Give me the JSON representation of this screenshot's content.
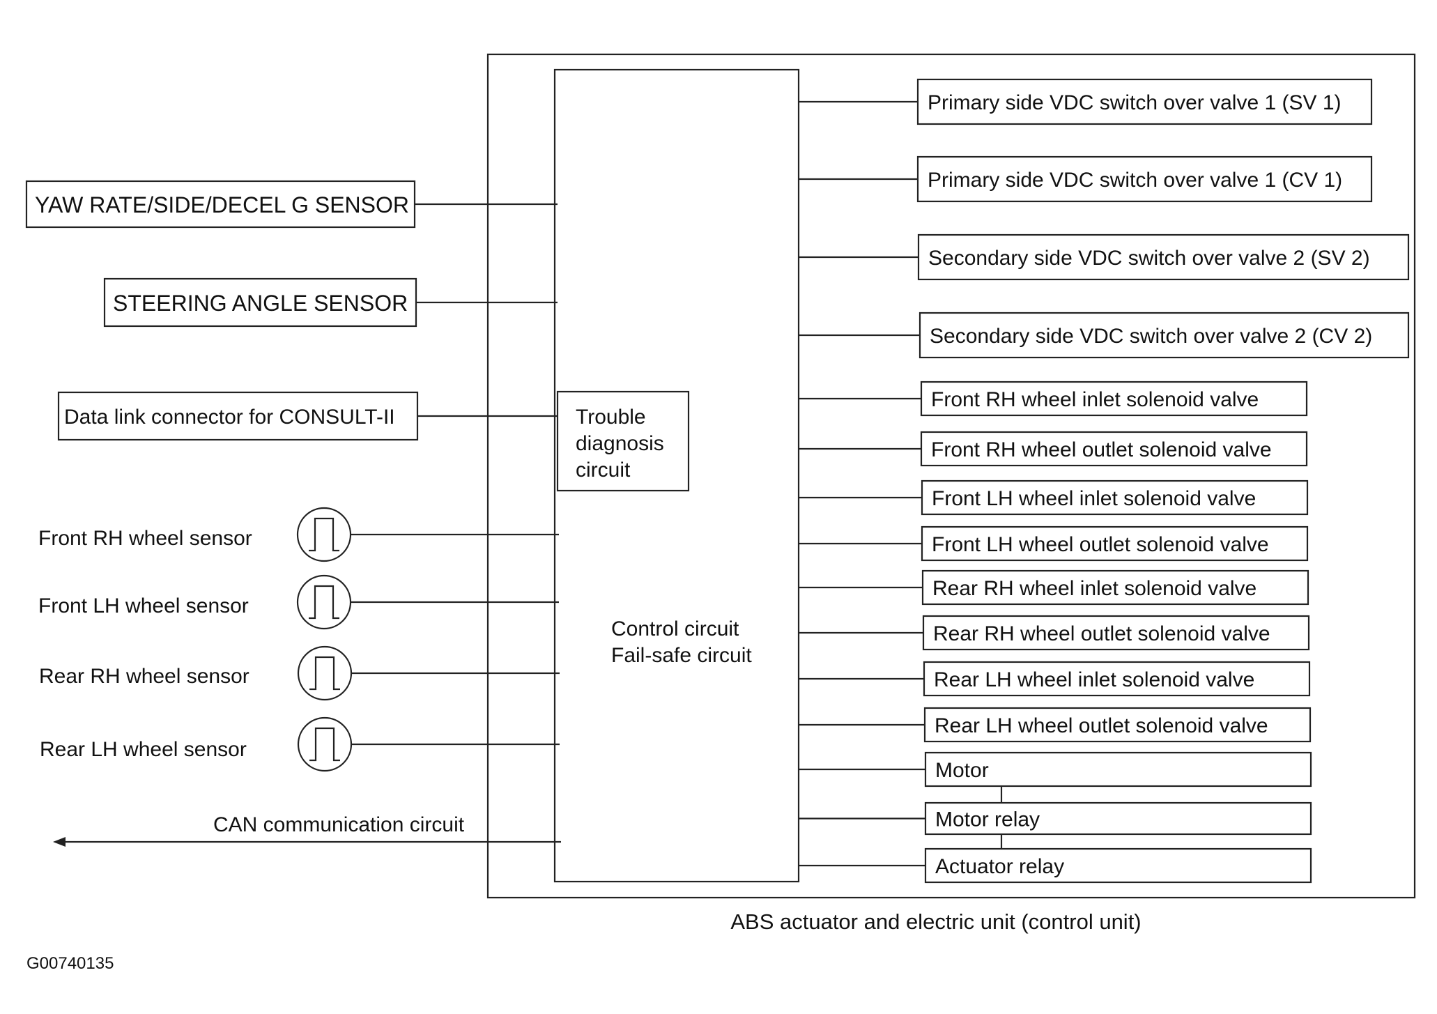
{
  "unit_caption": "ABS actuator and electric unit (control unit)",
  "figure_id": "G00740135",
  "control_block": {
    "line1": "Control circuit",
    "line2": "Fail-safe circuit"
  },
  "trouble_block": {
    "line1": "Trouble",
    "line2": "diagnosis",
    "line3": "circuit"
  },
  "inputs": [
    {
      "label": "YAW RATE/SIDE/DECEL G SENSOR"
    },
    {
      "label": "STEERING ANGLE SENSOR"
    },
    {
      "label": "Data link connector for CONSULT-II"
    }
  ],
  "wheel_sensors": [
    {
      "label": "Front RH wheel sensor"
    },
    {
      "label": "Front LH wheel sensor"
    },
    {
      "label": "Rear RH wheel sensor"
    },
    {
      "label": "Rear LH wheel sensor"
    }
  ],
  "can_label": "CAN communication circuit",
  "outputs": [
    {
      "label": "Primary side VDC switch over valve 1 (SV 1)"
    },
    {
      "label": "Primary side VDC switch over valve 1 (CV 1)"
    },
    {
      "label": "Secondary side VDC switch over valve 2 (SV 2)"
    },
    {
      "label": "Secondary side VDC switch over valve 2 (CV 2)"
    },
    {
      "label": "Front RH wheel inlet solenoid valve"
    },
    {
      "label": "Front RH wheel outlet solenoid valve"
    },
    {
      "label": "Front LH wheel inlet solenoid valve"
    },
    {
      "label": "Front LH wheel outlet solenoid valve"
    },
    {
      "label": "Rear RH wheel inlet solenoid valve"
    },
    {
      "label": "Rear RH wheel outlet solenoid valve"
    },
    {
      "label": "Rear LH wheel inlet solenoid valve"
    },
    {
      "label": "Rear LH wheel outlet solenoid valve"
    },
    {
      "label": "Motor"
    },
    {
      "label": "Motor relay"
    },
    {
      "label": "Actuator relay"
    }
  ]
}
